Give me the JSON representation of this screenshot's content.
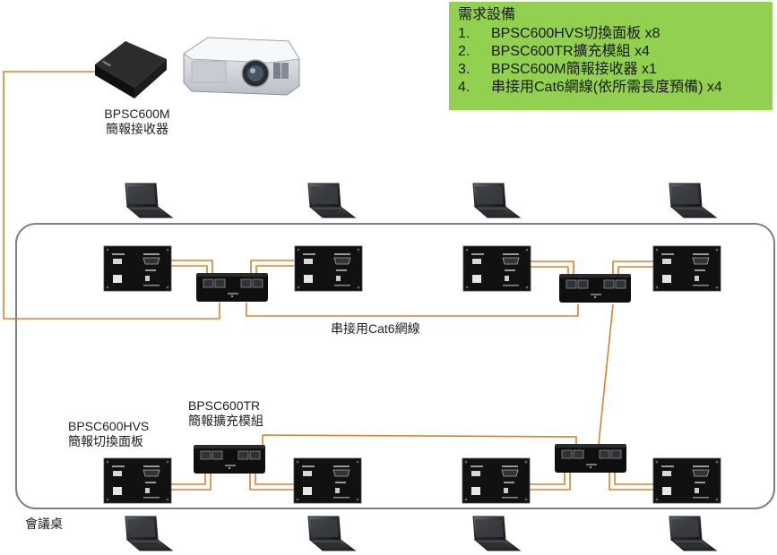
{
  "requirements": {
    "title": "需求設備",
    "items": [
      {
        "num": "1.",
        "text": "BPSC600HVS切換面板 x8"
      },
      {
        "num": "2.",
        "text": "BPSC600TR擴充模組 x4"
      },
      {
        "num": "3.",
        "text": "BPSC600M簡報接收器 x1"
      },
      {
        "num": "4.",
        "text": "串接用Cat6網線(依所需長度預備) x4"
      }
    ]
  },
  "labels": {
    "receiver_model": "BPSC600M",
    "receiver_name": "簡報接收器",
    "cable": "串接用Cat6網線",
    "tr_model": "BPSC600TR",
    "tr_name": "簡報擴充模組",
    "hvs_model": "BPSC600HVS",
    "hvs_name": "簡報切換面板",
    "table": "會議桌"
  },
  "colors": {
    "cable": "#d9822b",
    "table_outline": "#7f7f7f",
    "requirements_bg": "#92d050",
    "device": "#111111"
  }
}
